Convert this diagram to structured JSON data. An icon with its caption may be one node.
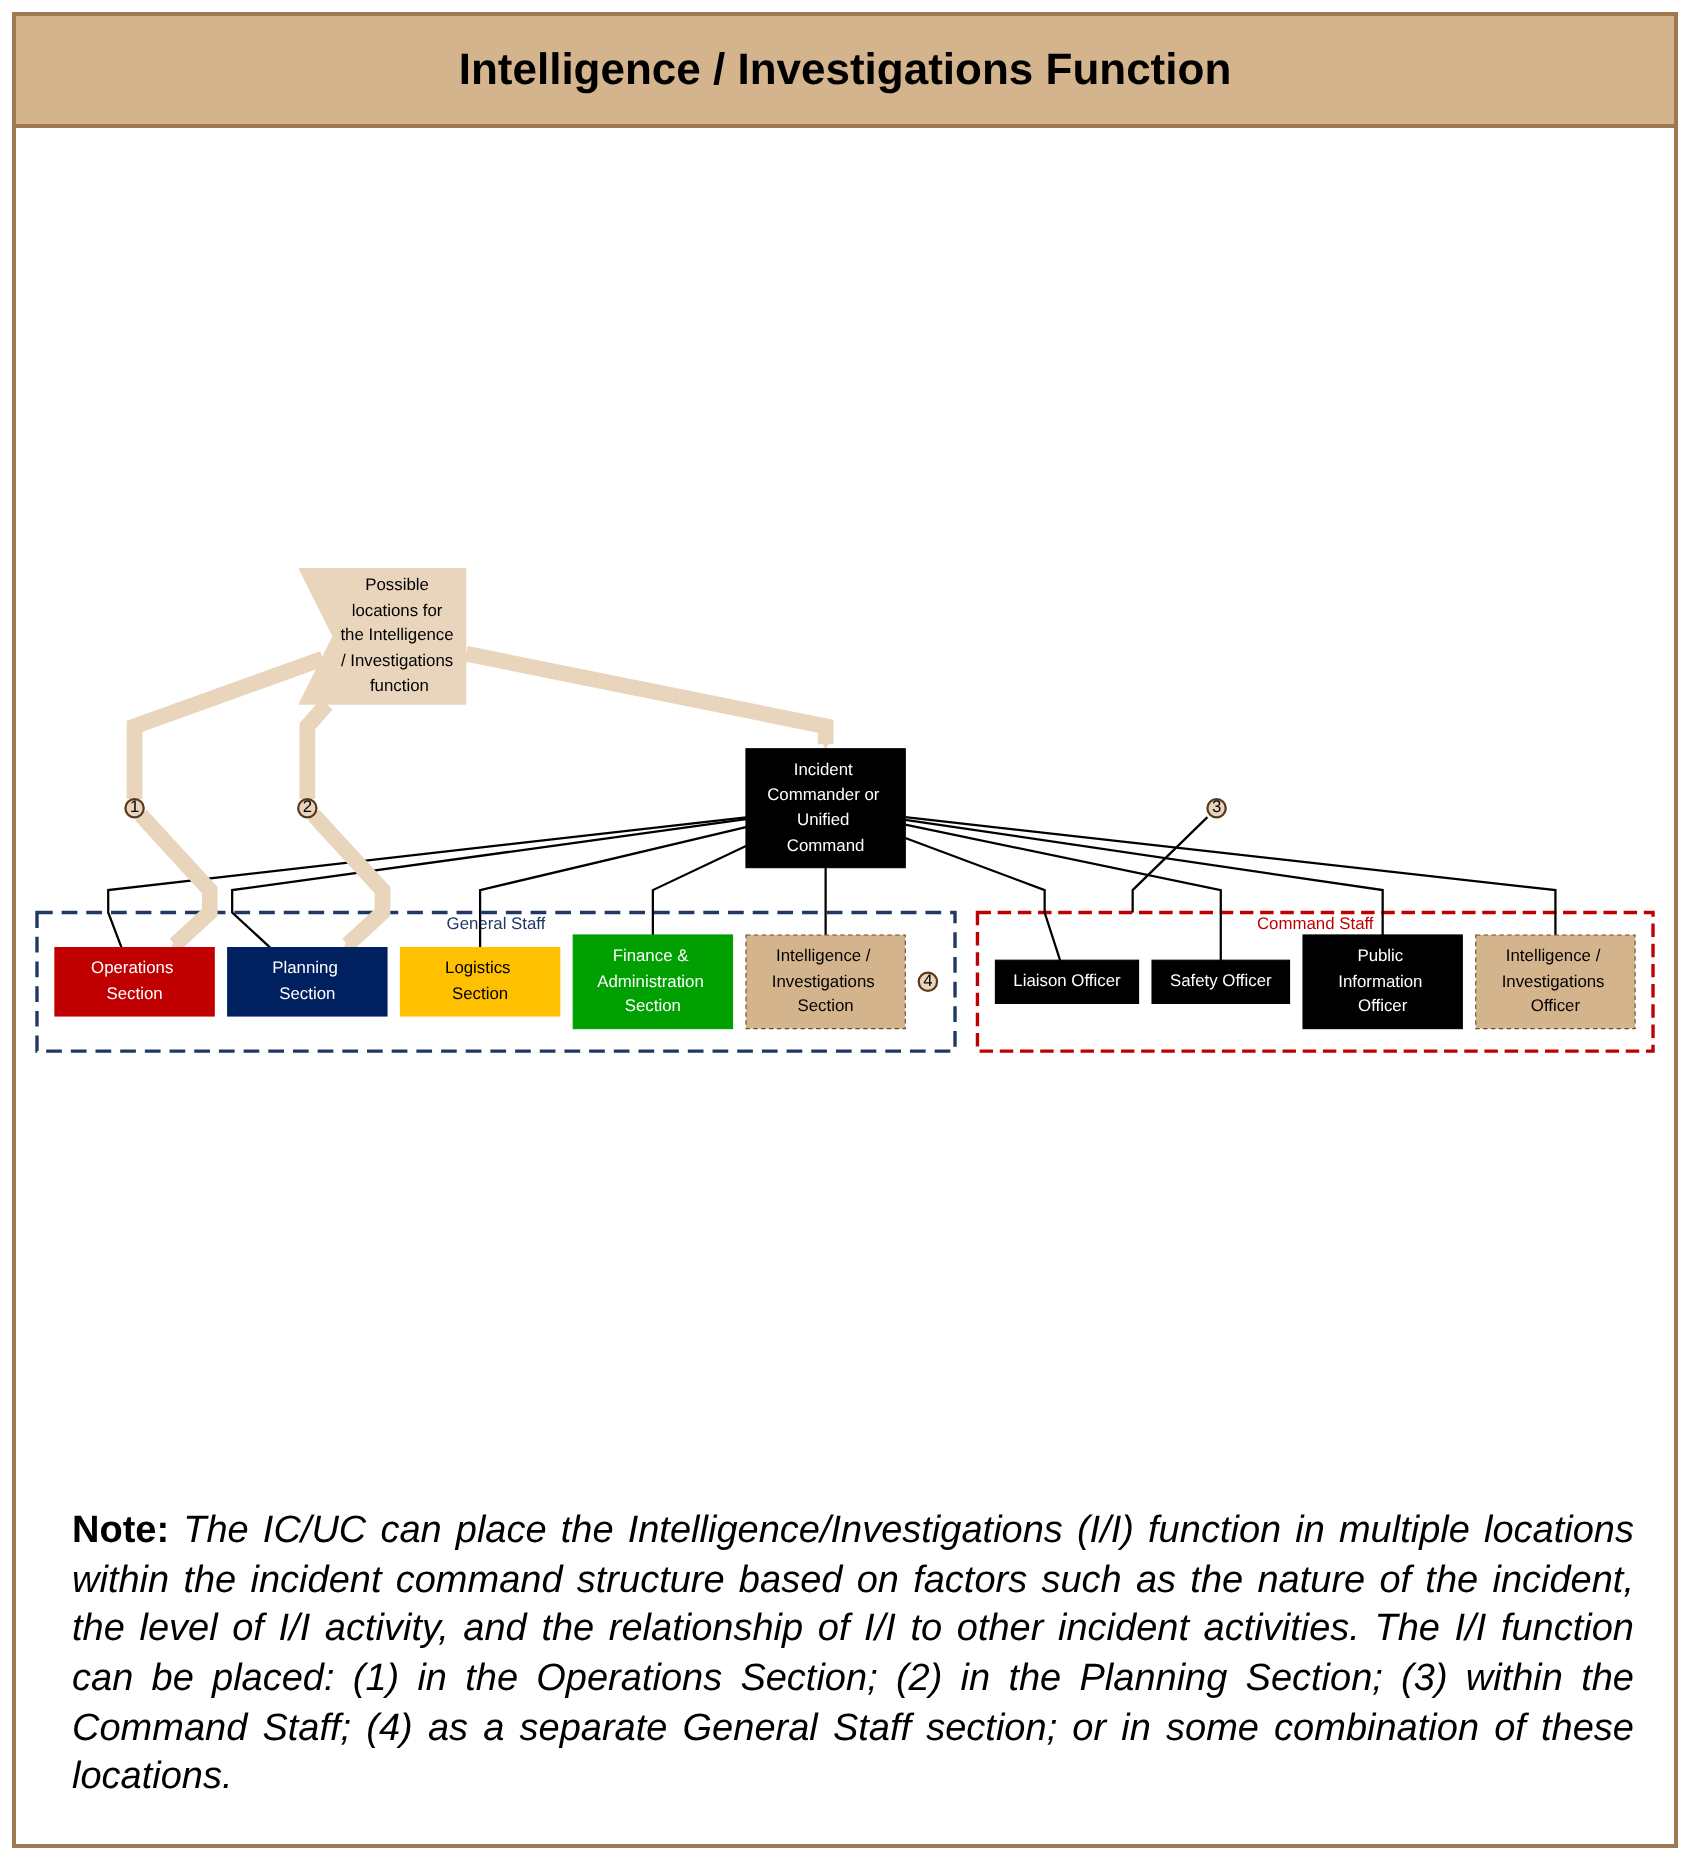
{
  "diagram": {
    "title": "Intelligence / Investigations Function",
    "nodes": [
      {
        "text": [
          "Incident Commander or Unified Command"
        ]
      },
      {
        "text": [
          "Command Staff"
        ]
      },
      {
        "text": [
          "Liaison Officer"
        ],
        "in": 1
      },
      {
        "text": [
          "Safety Officer"
        ],
        "in": 1
      },
      {
        "text": [
          "Public Information Officer"
        ],
        "in": 1
      },
      {
        "text": [
          "Intelligence / Investigations Officer"
        ],
        "in": 1
      },
      {
        "text": [
          "Possible locations for the Intelligence / Investigations function"
        ]
      },
      {
        "text": [
          "1"
        ]
      },
      {
        "text": [
          "2"
        ]
      },
      {
        "text": [
          "3"
        ]
      },
      {
        "text": [
          "General Staff"
        ]
      },
      {
        "text": [
          "Operations Section"
        ],
        "in": 10
      },
      {
        "text": [
          "Planning Section"
        ],
        "in": 10
      },
      {
        "text": [
          "Logistics Section"
        ],
        "in": 10
      },
      {
        "text": [
          "Finance & Administration Section"
        ],
        "in": 10
      },
      {
        "text": [
          "Intelligence / Investigations Section"
        ],
        "in": 10
      },
      {
        "text": [
          "4"
        ],
        "in": 10
      }
    ],
    "edges": [
      {
        "from": 0,
        "to": 2,
        "arrow": "none"
      },
      {
        "from": 0,
        "to": 3,
        "arrow": "none"
      },
      {
        "from": 0,
        "to": 4,
        "arrow": "none"
      },
      {
        "from": 0,
        "to": 5,
        "arrow": "none"
      },
      {
        "from": 0,
        "to": 11,
        "arrow": "none"
      },
      {
        "from": 0,
        "to": 12,
        "arrow": "none"
      },
      {
        "from": 0,
        "to": 13,
        "arrow": "none"
      },
      {
        "from": 0,
        "to": 14,
        "arrow": "none"
      },
      {
        "from": 0,
        "to": 15,
        "arrow": "none"
      },
      {
        "from": 6,
        "to": 0,
        "arrow": "to",
        "style": "thick",
        "color": "#e8d5bc"
      },
      {
        "from": 6,
        "to": 7,
        "arrow": "none",
        "style": "thick",
        "color": "#e8d5bc"
      },
      {
        "from": 7,
        "to": 11,
        "arrow": "to",
        "style": "thick",
        "color": "#e8d5bc"
      },
      {
        "from": 6,
        "to": 8,
        "arrow": "none",
        "style": "thick",
        "color": "#e8d5bc"
      },
      {
        "from": 8,
        "to": 12,
        "arrow": "to",
        "style": "thick",
        "color": "#e8d5bc"
      },
      {
        "from": 9,
        "to": 1,
        "arrow": "none"
      }
    ],
    "caption": "**Note:** *The IC/UC can place the Intelligence/Investigations (I/I) function in multiple locations within the incident command structure based on factors such as the nature of the incident, the level of I/I activity, and the relationship of I/I to other incident activities. The I/I function can be placed: (1) in the Operations Section; (2) in the Planning Section; (3) within the Command Staff; (4) as a separate General Staff section; or in some combination of these locations.*"
  }
}
